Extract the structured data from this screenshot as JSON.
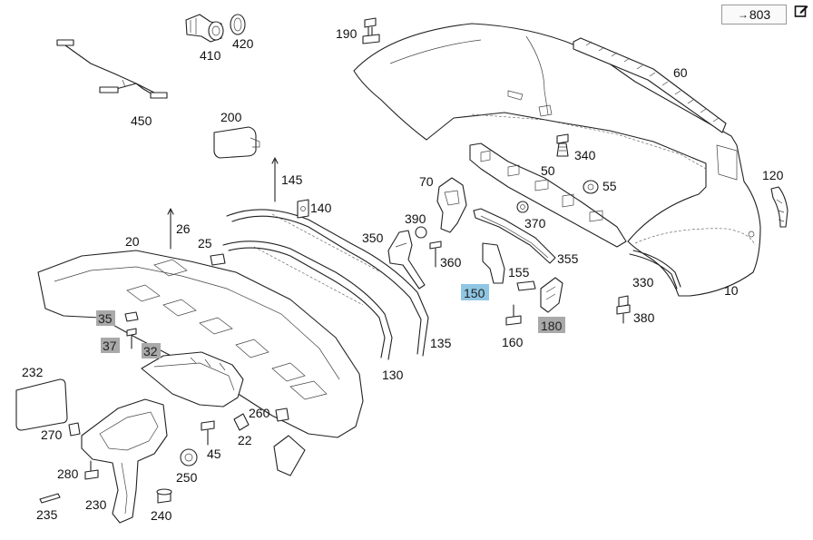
{
  "reference": {
    "arrow": "→",
    "number": "803"
  },
  "edit_icon": "edit-icon",
  "labels": {
    "l10": "10",
    "l20": "20",
    "l22": "22",
    "l25": "25",
    "l26": "26",
    "l35": "35",
    "l37": "37",
    "l32": "32",
    "l45": "45",
    "l50": "50",
    "l55": "55",
    "l60": "60",
    "l70": "70",
    "l120": "120",
    "l130": "130",
    "l135": "135",
    "l140": "140",
    "l145": "145",
    "l150": "150",
    "l155": "155",
    "l160": "160",
    "l180": "180",
    "l190": "190",
    "l200": "200",
    "l230": "230",
    "l232": "232",
    "l235": "235",
    "l240": "240",
    "l250": "250",
    "l260": "260",
    "l270": "270",
    "l280": "280",
    "l330": "330",
    "l340": "340",
    "l350": "350",
    "l355": "355",
    "l360": "360",
    "l370": "370",
    "l380": "380",
    "l390": "390",
    "l410": "410",
    "l420": "420",
    "l450": "450"
  },
  "colors": {
    "highlight_grey": "#a9a9a9",
    "highlight_blue": "#8fc6e3",
    "line": "#222222"
  }
}
